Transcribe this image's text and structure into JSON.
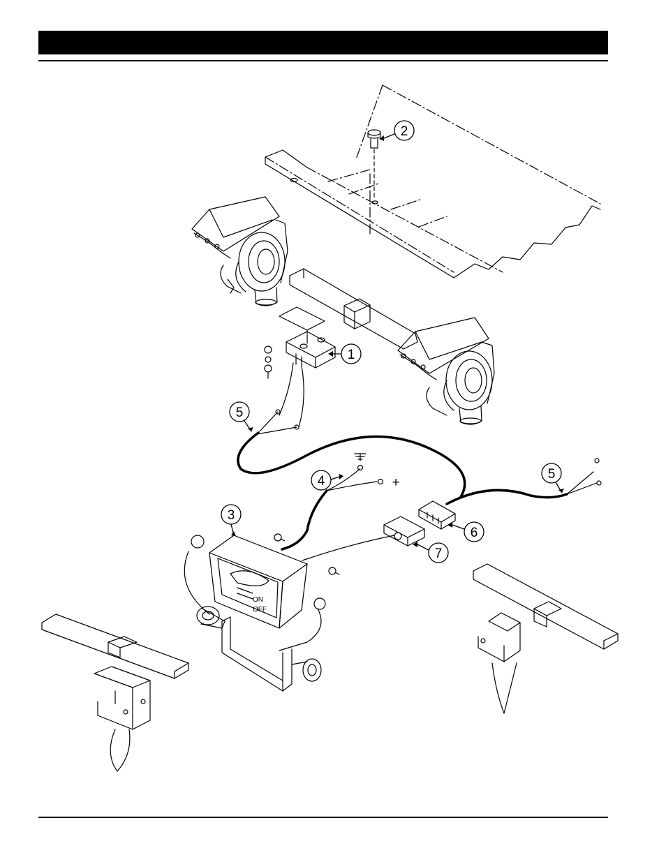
{
  "header": {
    "title": ""
  },
  "diagram": {
    "callouts": [
      {
        "id": "1",
        "label": "1"
      },
      {
        "id": "2",
        "label": "2"
      },
      {
        "id": "3",
        "label": "3"
      },
      {
        "id": "4",
        "label": "4"
      },
      {
        "id": "5a",
        "label": "5"
      },
      {
        "id": "5b",
        "label": "5"
      },
      {
        "id": "6",
        "label": "6"
      },
      {
        "id": "7",
        "label": "7"
      }
    ],
    "symbols": {
      "positive": "+"
    },
    "control_box": {
      "switch_on": "ON",
      "switch_off": "OFF"
    }
  },
  "icons": {
    "ground": "ground-symbol-icon",
    "positive": "positive-terminal-icon"
  }
}
